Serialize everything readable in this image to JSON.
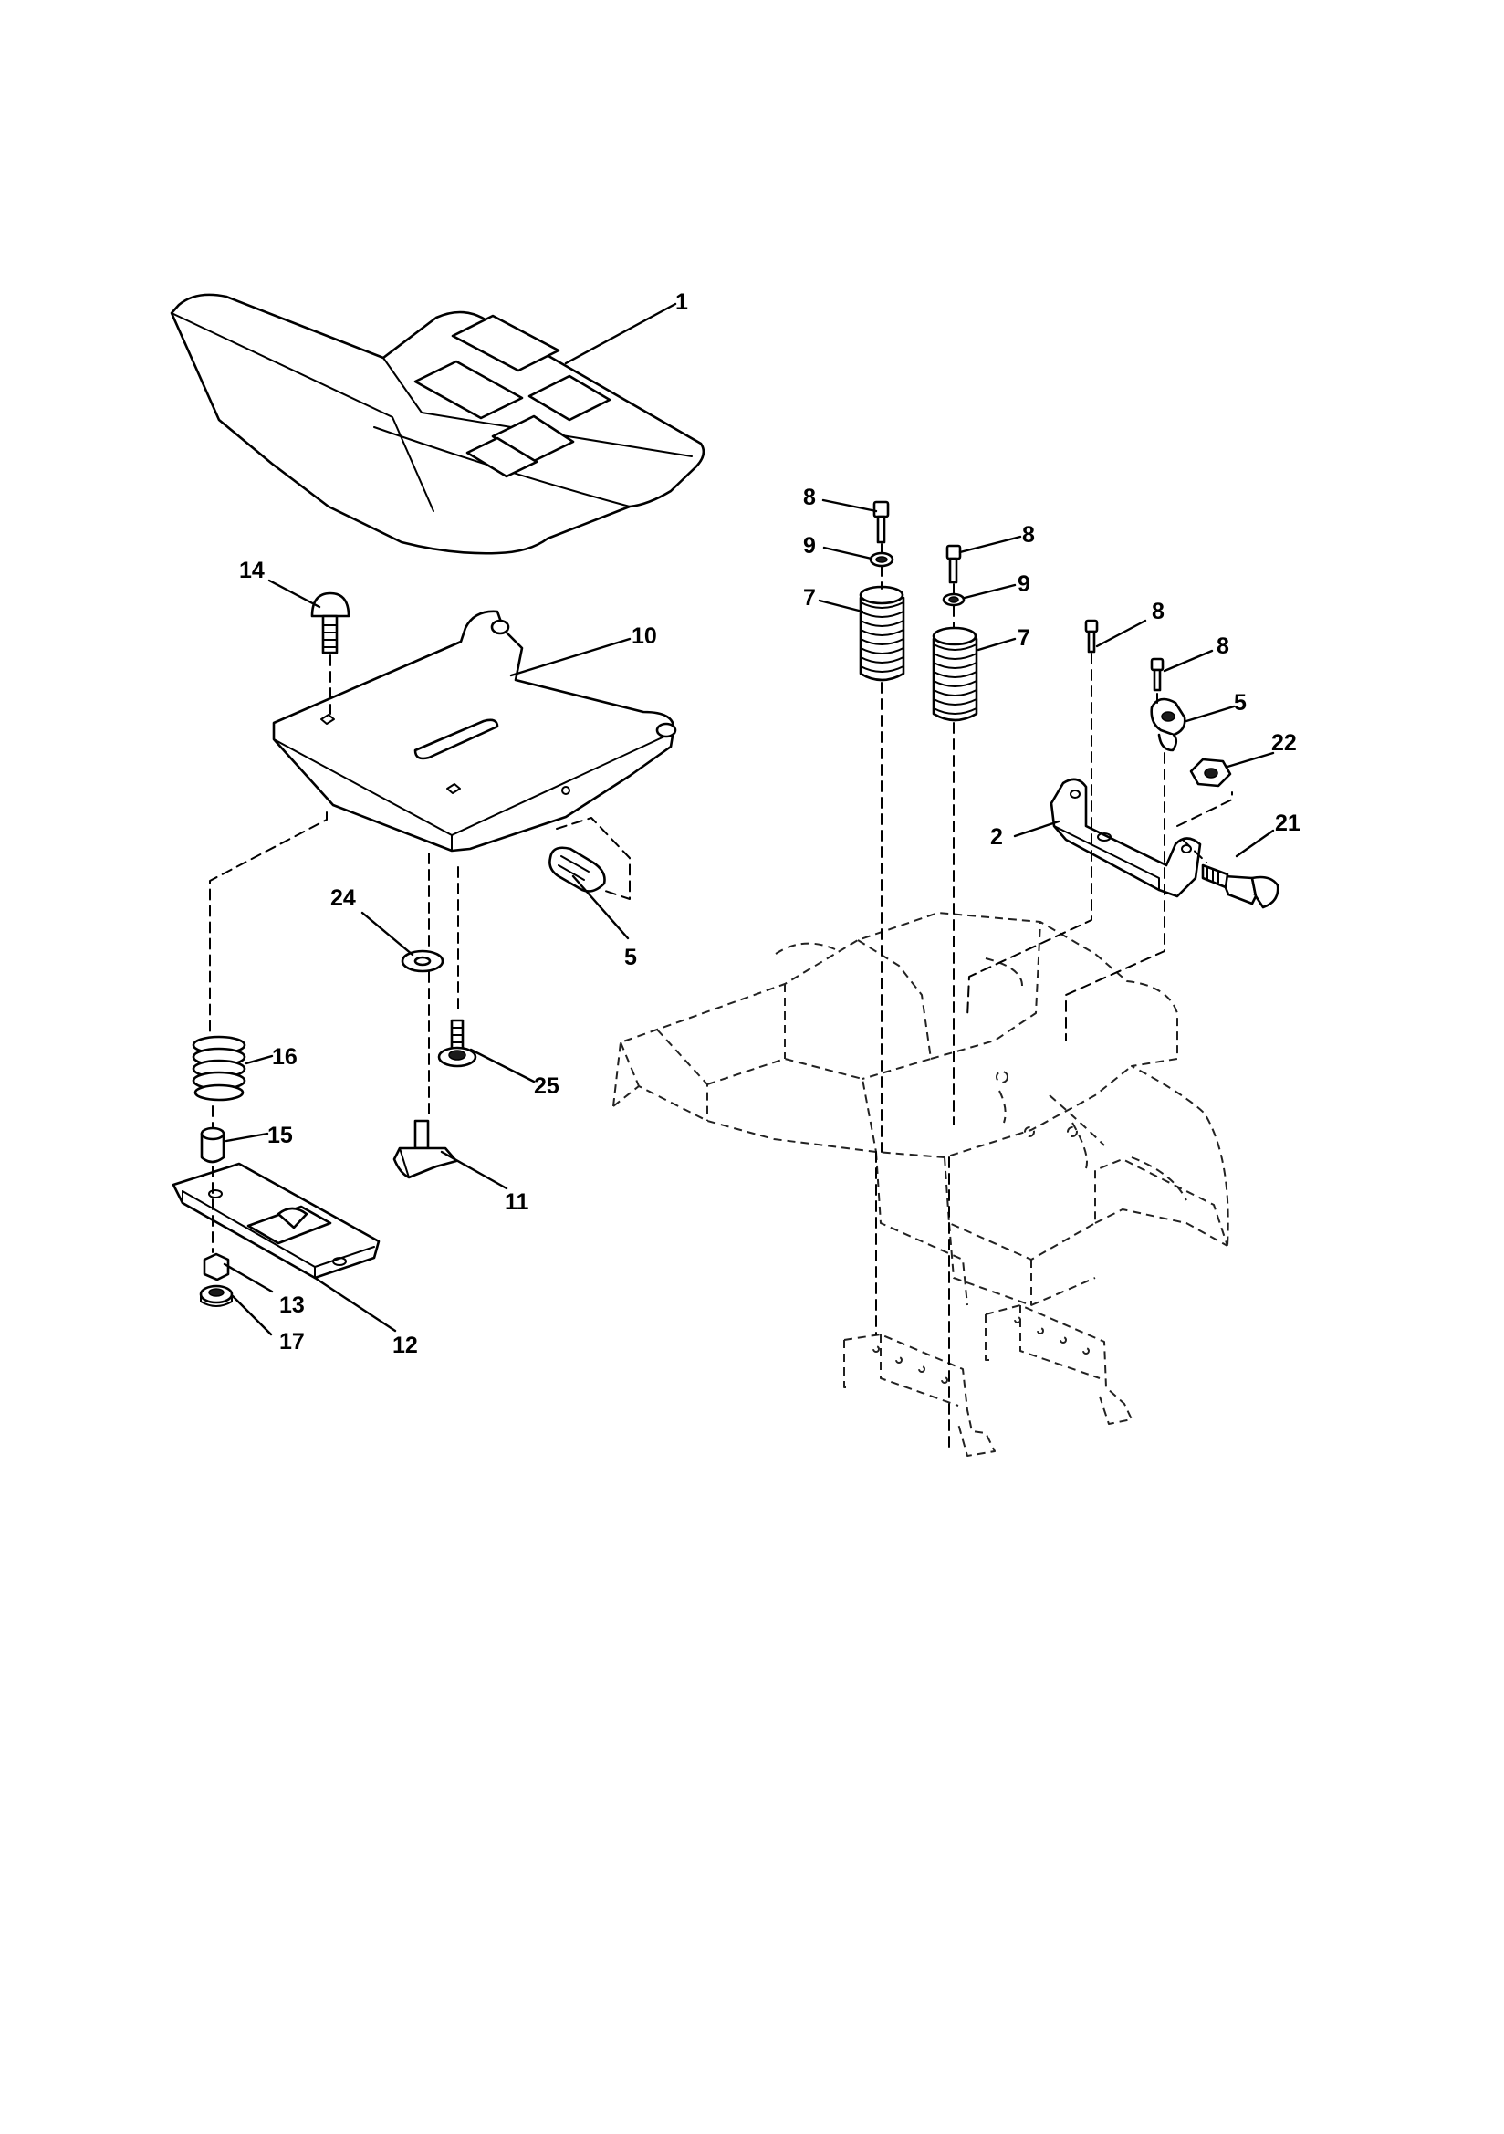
{
  "callouts": [
    {
      "key": "p1",
      "text": "1"
    },
    {
      "key": "p14",
      "text": "14"
    },
    {
      "key": "p10",
      "text": "10"
    },
    {
      "key": "p5a",
      "text": "5"
    },
    {
      "key": "p24",
      "text": "24"
    },
    {
      "key": "p25",
      "text": "25"
    },
    {
      "key": "p16",
      "text": "16"
    },
    {
      "key": "p15",
      "text": "15"
    },
    {
      "key": "p11",
      "text": "11"
    },
    {
      "key": "p13",
      "text": "13"
    },
    {
      "key": "p17",
      "text": "17"
    },
    {
      "key": "p12",
      "text": "12"
    },
    {
      "key": "p8a",
      "text": "8"
    },
    {
      "key": "p9a",
      "text": "9"
    },
    {
      "key": "p7a",
      "text": "7"
    },
    {
      "key": "p8b",
      "text": "8"
    },
    {
      "key": "p9b",
      "text": "9"
    },
    {
      "key": "p7b",
      "text": "7"
    },
    {
      "key": "p8c",
      "text": "8"
    },
    {
      "key": "p8d",
      "text": "8"
    },
    {
      "key": "p5b",
      "text": "5"
    },
    {
      "key": "p22",
      "text": "22"
    },
    {
      "key": "p2",
      "text": "2"
    },
    {
      "key": "p21",
      "text": "21"
    }
  ]
}
